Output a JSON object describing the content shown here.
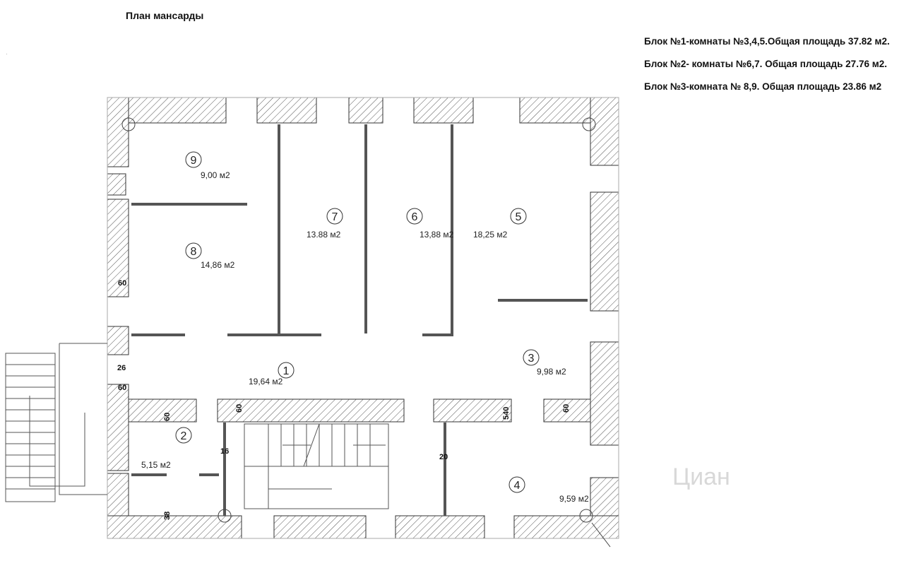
{
  "title": "План мансарды",
  "stray_mark": "·",
  "watermark": "Циан",
  "blocks": [
    {
      "text": "Блок №1-комнаты №3,4,5.Общая площадь 37.82 м2."
    },
    {
      "text": "Блок №2- комнаты №6,7. Общая площадь 27.76 м2."
    },
    {
      "text": "Блок №3-комната № 8,9. Общая площадь 23.86 м2"
    }
  ],
  "rooms": [
    {
      "number": "9",
      "area": "9,00 м2"
    },
    {
      "number": "8",
      "area": "14,86 м2"
    },
    {
      "number": "7",
      "area": "13.88 м2"
    },
    {
      "number": "6",
      "area": "13,88 м2"
    },
    {
      "number": "5",
      "area": "18,25 м2"
    },
    {
      "number": "1",
      "area": "19,64 м2"
    },
    {
      "number": "3",
      "area": "9,98 м2"
    },
    {
      "number": "2",
      "area": "5,15 м2"
    },
    {
      "number": "4",
      "area": "9,59 м2"
    }
  ],
  "dimensions": {
    "d60_a": "60",
    "d60_b": "60",
    "d60_c": "60",
    "d60_d": "60",
    "d60_e": "60",
    "d540": "540",
    "d20": "20",
    "d16": "16",
    "d38": "38",
    "d26": "26"
  }
}
